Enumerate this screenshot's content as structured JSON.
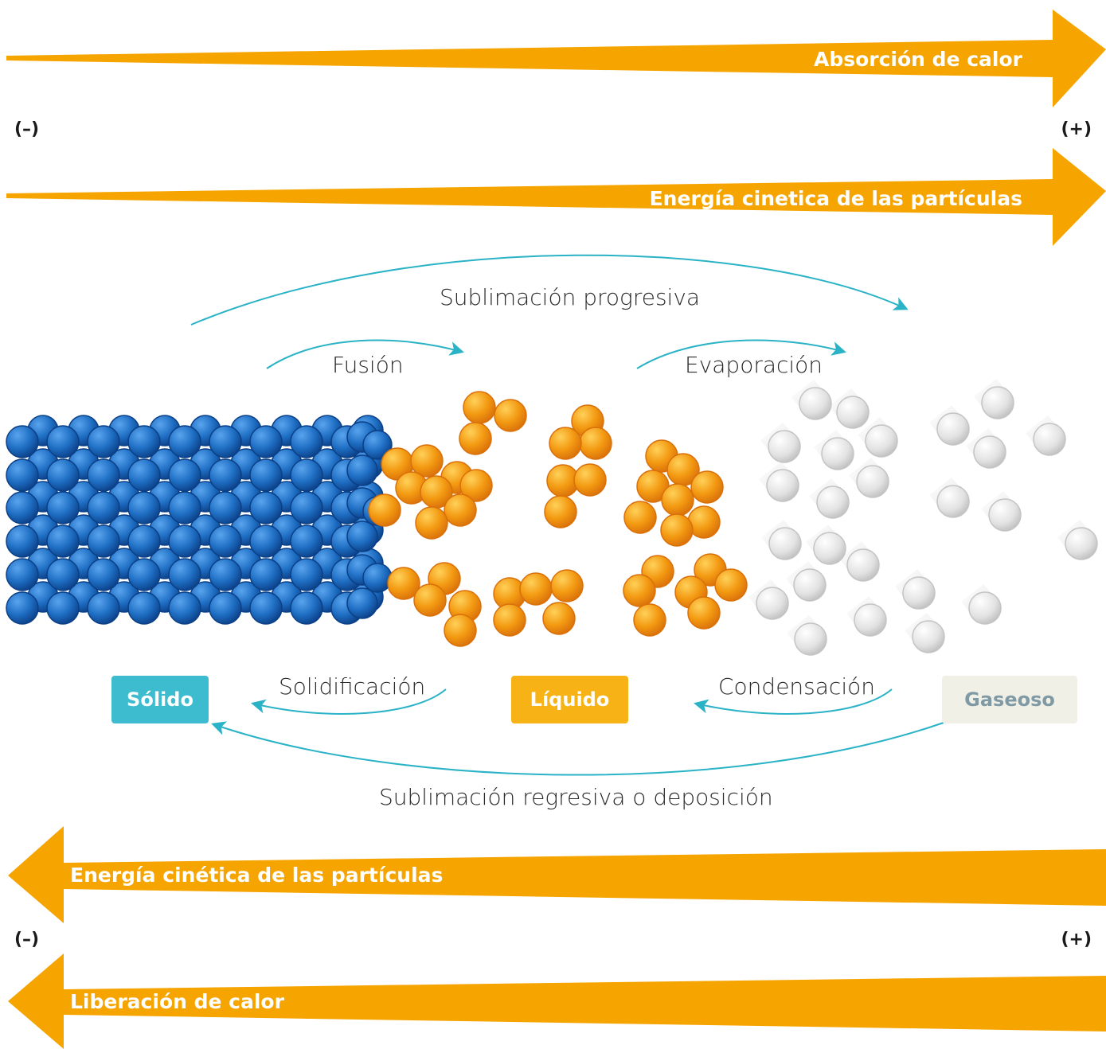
{
  "colors": {
    "orange": "#f5a400",
    "teal": "#2ab3c6",
    "solid_particle": "#1f6fc4",
    "liquid_particle": "#f39a12",
    "gas_particle": "#d8d8d8",
    "solid_badge": "#3ebccf",
    "liquid_badge": "#f7b315",
    "gas_badge": "#f1f0e7",
    "gas_badge_text": "#7f9aa5"
  },
  "top_arrows": {
    "heat_label": "Absorción de calor",
    "energy_label": "Energía cinetica de las partículas",
    "minus": "(–)",
    "plus": "(+)"
  },
  "bottom_arrows": {
    "energy_label": "Energía cinética de las partículas",
    "heat_label": "Liberación de calor",
    "minus": "(–)",
    "plus": "(+)"
  },
  "processes": {
    "sublimation_progressive": "Sublimación progresiva",
    "fusion": "Fusión",
    "evaporation": "Evaporación",
    "solidification": "Solidificación",
    "condensation": "Condensación",
    "deposition": "Sublimación regresiva o deposición"
  },
  "states": {
    "solid": "Sólido",
    "liquid": "Líquido",
    "gas": "Gaseoso"
  }
}
